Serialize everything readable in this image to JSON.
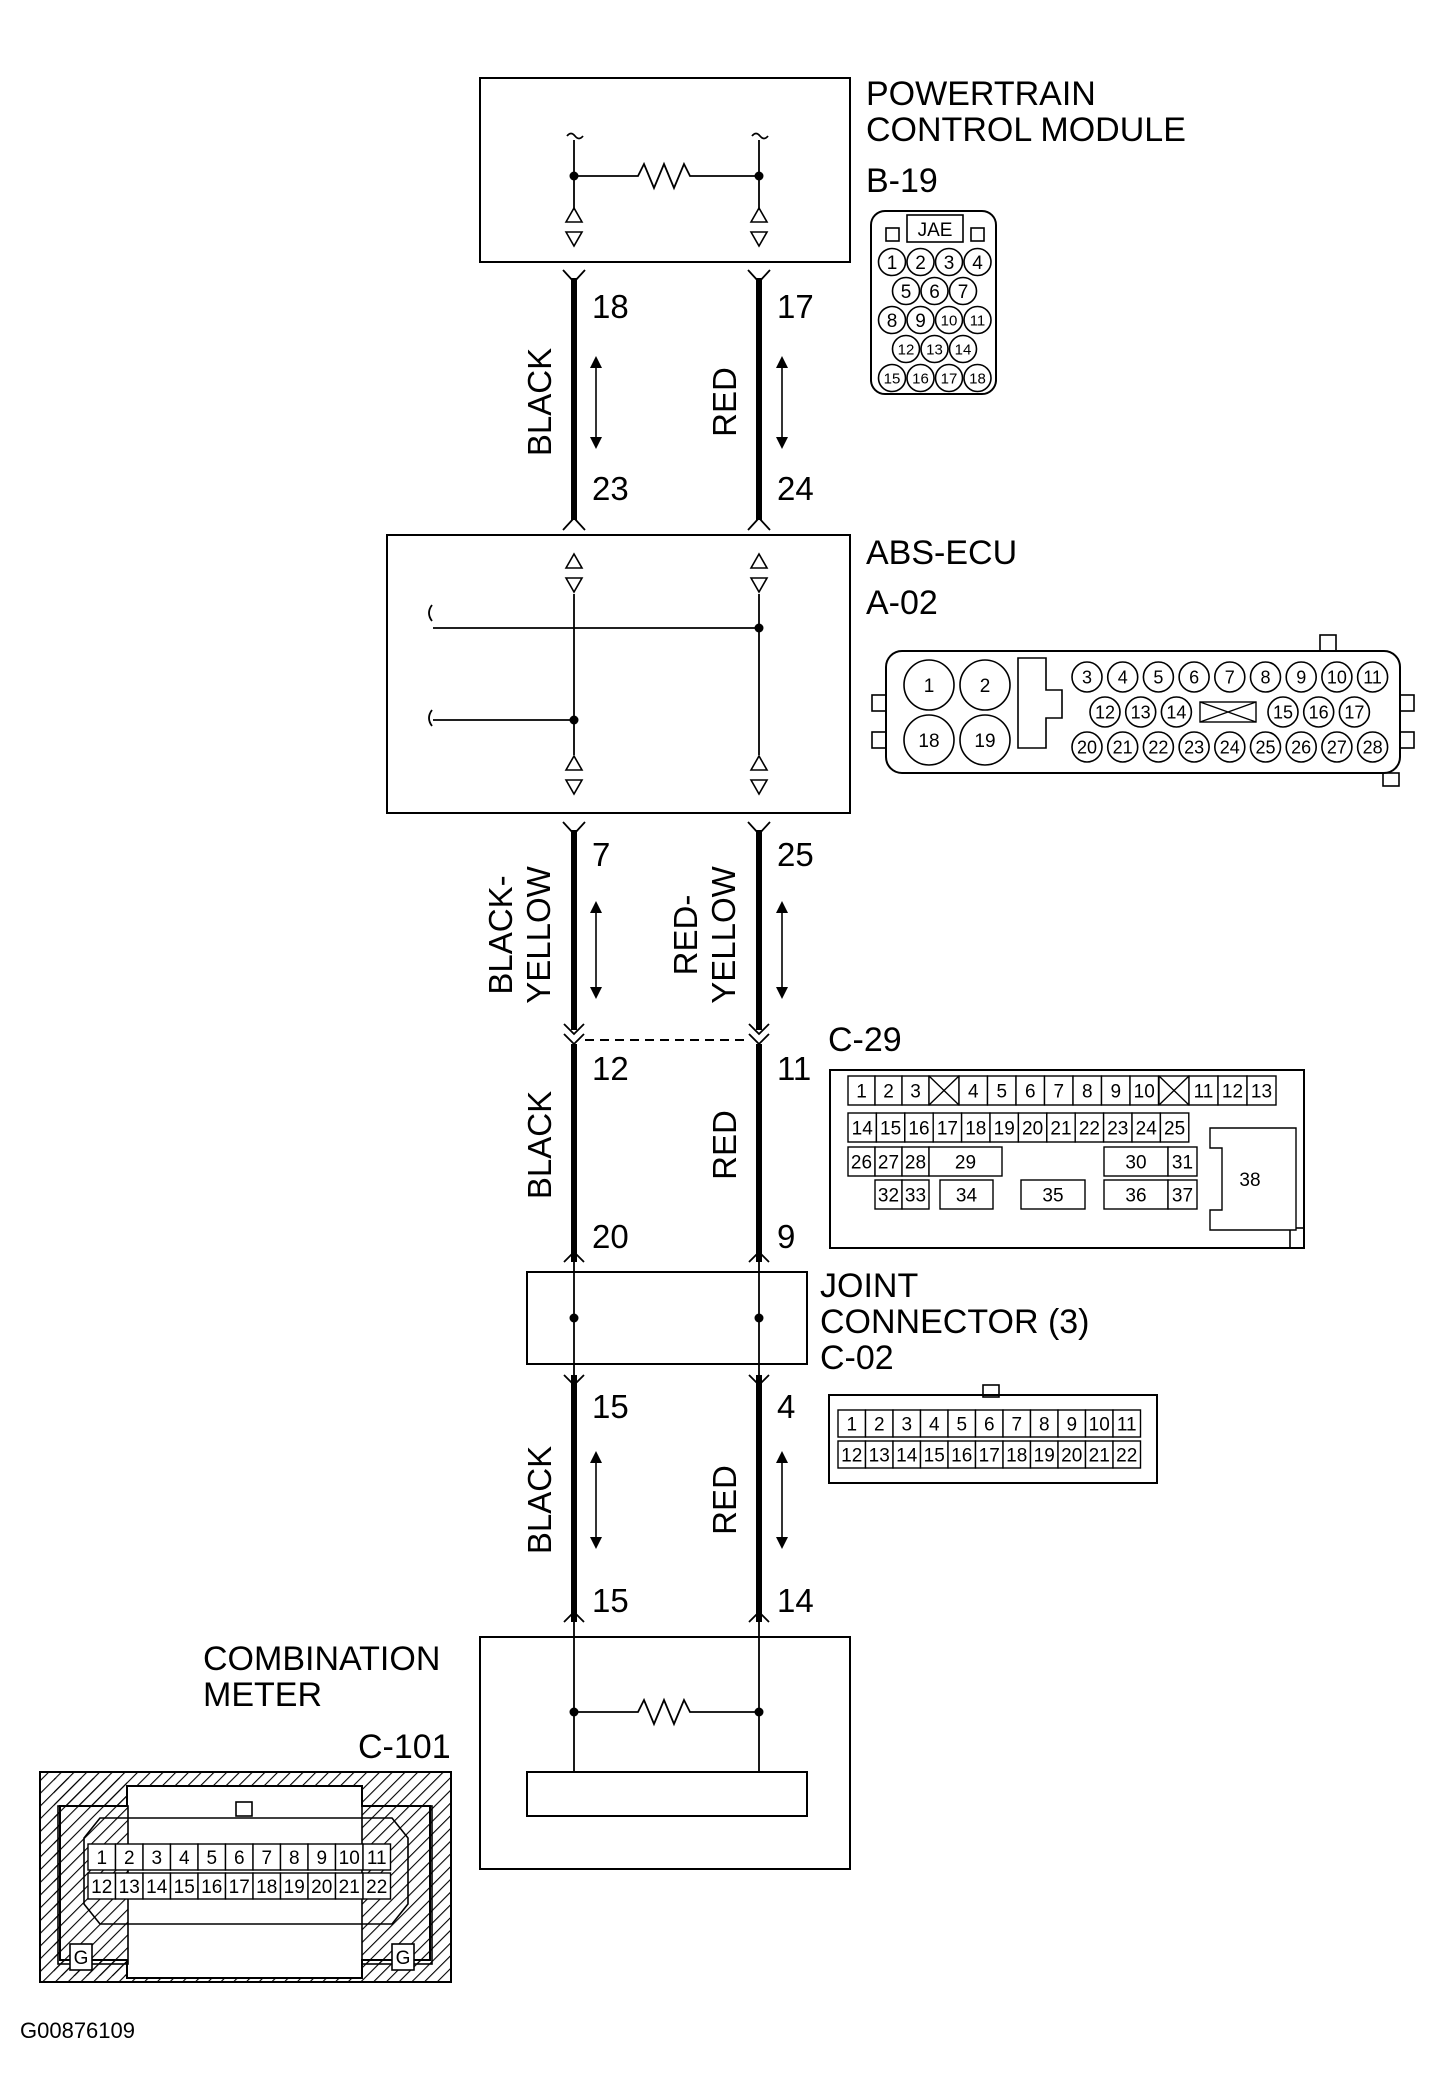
{
  "components": {
    "pcm": {
      "title_line1": "POWERTRAIN",
      "title_line2": "CONTROL MODULE",
      "connector": "B-19",
      "connector_brand": "JAE"
    },
    "abs": {
      "title": "ABS-ECU",
      "connector": "A-02"
    },
    "c29": {
      "connector": "C-29"
    },
    "joint": {
      "title_line1": "JOINT",
      "title_line2": "CONNECTOR (3)",
      "connector": "C-02"
    },
    "meter": {
      "title_line1": "COMBINATION",
      "title_line2": "METER",
      "connector": "C-101",
      "ground_mark": "G"
    }
  },
  "wires": {
    "seg1": {
      "left_color": "BLACK",
      "right_color": "RED",
      "left_top_pin": "18",
      "right_top_pin": "17",
      "left_bottom_pin": "23",
      "right_bottom_pin": "24"
    },
    "seg2": {
      "left_color_1": "BLACK-",
      "left_color_2": "YELLOW",
      "right_color_1": "RED-",
      "right_color_2": "YELLOW",
      "left_top_pin": "7",
      "right_top_pin": "25",
      "left_bottom_pin": "12",
      "right_bottom_pin": "11"
    },
    "seg3": {
      "left_color": "BLACK",
      "right_color": "RED",
      "left_bottom_pin": "20",
      "right_bottom_pin": "9"
    },
    "seg4": {
      "left_color": "BLACK",
      "right_color": "RED",
      "left_top_pin": "15",
      "right_top_pin": "4",
      "left_bottom_pin": "15",
      "right_bottom_pin": "14"
    }
  },
  "connector_pins": {
    "b19": [
      "1",
      "2",
      "3",
      "4",
      "5",
      "6",
      "7",
      "8",
      "9",
      "10",
      "11",
      "12",
      "13",
      "14",
      "15",
      "16",
      "17",
      "18"
    ],
    "a02": {
      "large": [
        "1",
        "2",
        "18",
        "19"
      ],
      "row1": [
        "3",
        "4",
        "5",
        "6",
        "7",
        "8",
        "9",
        "10",
        "11"
      ],
      "row2a": [
        "12",
        "13",
        "14"
      ],
      "row2b": [
        "15",
        "16",
        "17"
      ],
      "row3": [
        "20",
        "21",
        "22",
        "23",
        "24",
        "25",
        "26",
        "27",
        "28"
      ]
    },
    "c29": {
      "row1a": [
        "1",
        "2",
        "3"
      ],
      "row1b": [
        "4",
        "5",
        "6",
        "7",
        "8",
        "9",
        "10"
      ],
      "row1c": [
        "11",
        "12",
        "13"
      ],
      "row2": [
        "14",
        "15",
        "16",
        "17",
        "18",
        "19",
        "20",
        "21",
        "22",
        "23",
        "24",
        "25"
      ],
      "row3": [
        "26",
        "27",
        "28",
        "29",
        "30",
        "31",
        "38"
      ],
      "row4": [
        "32",
        "33",
        "34",
        "35",
        "36",
        "37"
      ]
    },
    "c02": {
      "row1": [
        "1",
        "2",
        "3",
        "4",
        "5",
        "6",
        "7",
        "8",
        "9",
        "10",
        "11"
      ],
      "row2": [
        "12",
        "13",
        "14",
        "15",
        "16",
        "17",
        "18",
        "19",
        "20",
        "21",
        "22"
      ]
    },
    "c101": {
      "row1": [
        "1",
        "2",
        "3",
        "4",
        "5",
        "6",
        "7",
        "8",
        "9",
        "10",
        "11"
      ],
      "row2": [
        "12",
        "13",
        "14",
        "15",
        "16",
        "17",
        "18",
        "19",
        "20",
        "21",
        "22"
      ]
    }
  },
  "footer": {
    "code": "G00876109"
  }
}
